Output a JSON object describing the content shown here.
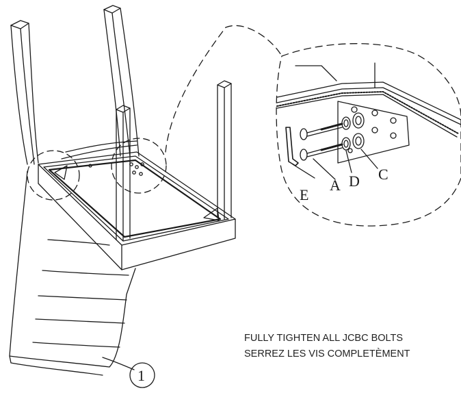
{
  "callout_labels": {
    "hex_key": "E",
    "bolt": "A",
    "lock_washer": "D",
    "flat_washer": "C"
  },
  "part_number": "1",
  "instructions": {
    "english": "FULLY TIGHTEN ALL JCBC BOLTS",
    "french": "SERREZ LES VIS COMPLETÈMENT"
  },
  "colors": {
    "line": "#1a1a1a",
    "background": "#ffffff"
  }
}
